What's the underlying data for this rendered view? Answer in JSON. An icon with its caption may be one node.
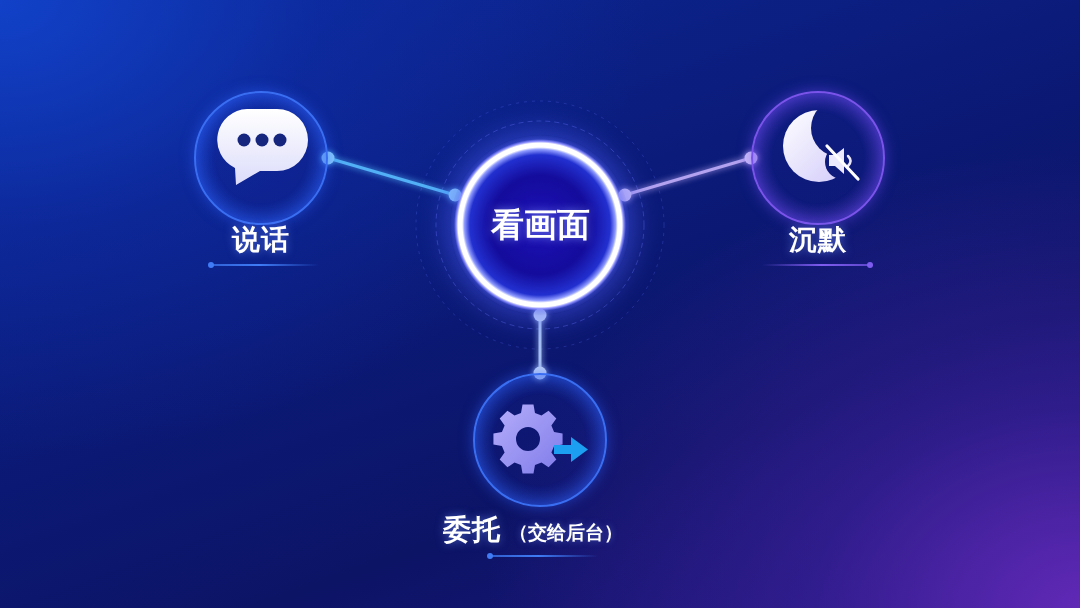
{
  "diagram": {
    "nodes": [
      {
        "text": [
          "看画面"
        ]
      },
      {
        "text": [
          "说话"
        ]
      },
      {
        "text": [
          "沉默"
        ]
      },
      {
        "text": [
          "委托",
          "（交给后台）"
        ]
      }
    ],
    "edges": [
      {
        "from": 0,
        "to": 1,
        "arrow": "other",
        "color": "#52b0f6"
      },
      {
        "from": 0,
        "to": 2,
        "arrow": "other",
        "color": "#b3a2f0"
      },
      {
        "from": 0,
        "to": 3,
        "arrow": "other",
        "color": "#a4bff2"
      }
    ]
  }
}
